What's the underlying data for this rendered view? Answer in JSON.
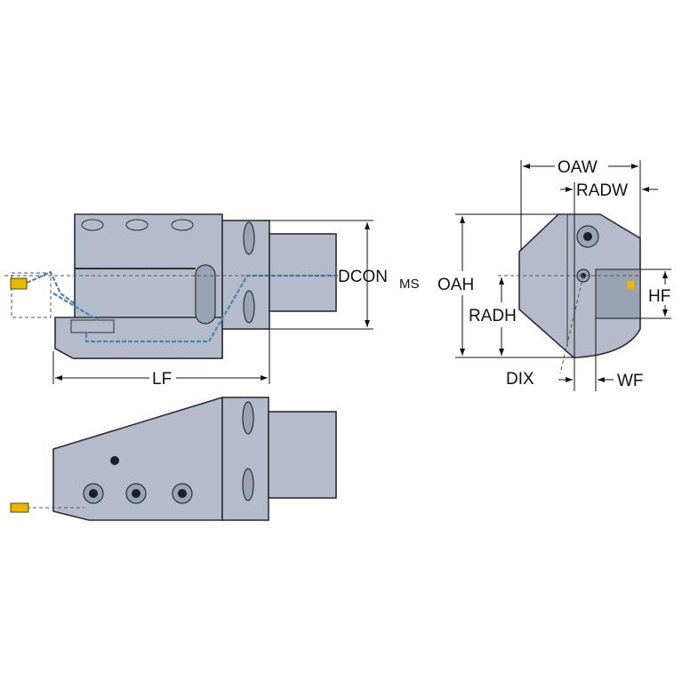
{
  "labels": {
    "dcon": "DCON",
    "ms": "MS",
    "lf": "LF",
    "oaw": "OAW",
    "radw": "RADW",
    "oah": "OAH",
    "radh": "RADH",
    "hf": "HF",
    "dix": "DIX",
    "wf": "WF"
  },
  "colors": {
    "body": "#b4bccb",
    "insert": "#e8b800",
    "coolant": "#4a86b0"
  }
}
